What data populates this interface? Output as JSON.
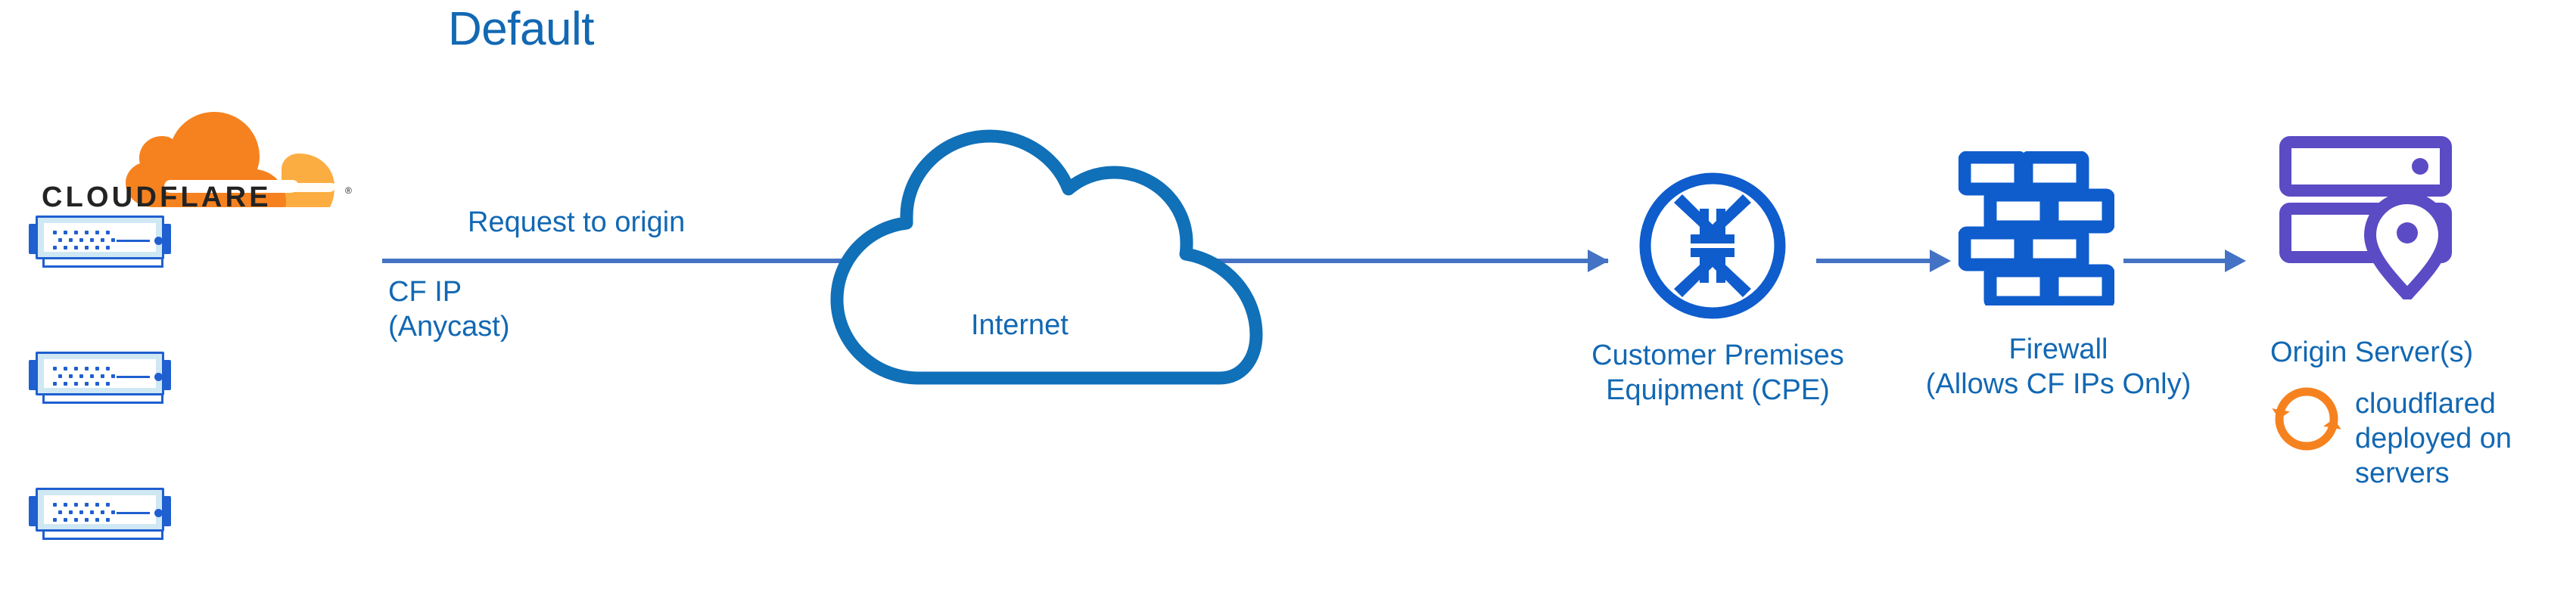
{
  "diagram": {
    "title": "Default",
    "brand": {
      "name": "CLOUDFLARE",
      "registered_mark": "®",
      "logo_orange": "#F6821F",
      "logo_orange_light": "#FBAD41",
      "wordmark_color": "#232323"
    },
    "colors": {
      "text_blue": "#1268b3",
      "icon_blue": "#0f5ccd",
      "arrow_blue": "#4472c4",
      "server_blue": "#1f5fd0",
      "server_shell": "#cfe8f3",
      "origin_purple": "#5b4bc4",
      "accent_orange": "#F6821F",
      "background": "#ffffff"
    },
    "flow_label": "Request to origin",
    "source": {
      "name": "cloudflare-edge-servers",
      "caption_line1": "CF IP",
      "caption_line2": "(Anycast)",
      "server_count": 3
    },
    "nodes": [
      {
        "id": "internet",
        "icon": "cloud-icon",
        "label": "Internet",
        "label_position": "inside"
      },
      {
        "id": "cpe",
        "icon": "router-circle-icon",
        "label_line1": "Customer Premises",
        "label_line2": "Equipment (CPE)"
      },
      {
        "id": "firewall",
        "icon": "brick-wall-icon",
        "label_line1": "Firewall",
        "label_line2": "(Allows CF IPs Only)"
      },
      {
        "id": "origin",
        "icon": "server-rack-pin-icon",
        "label_line1": "Origin Server(s)",
        "label_line2": ""
      }
    ],
    "annotation": {
      "icon": "sync-arrows-icon",
      "line1": "cloudflared",
      "line2": "deployed on",
      "line3": "servers"
    }
  }
}
